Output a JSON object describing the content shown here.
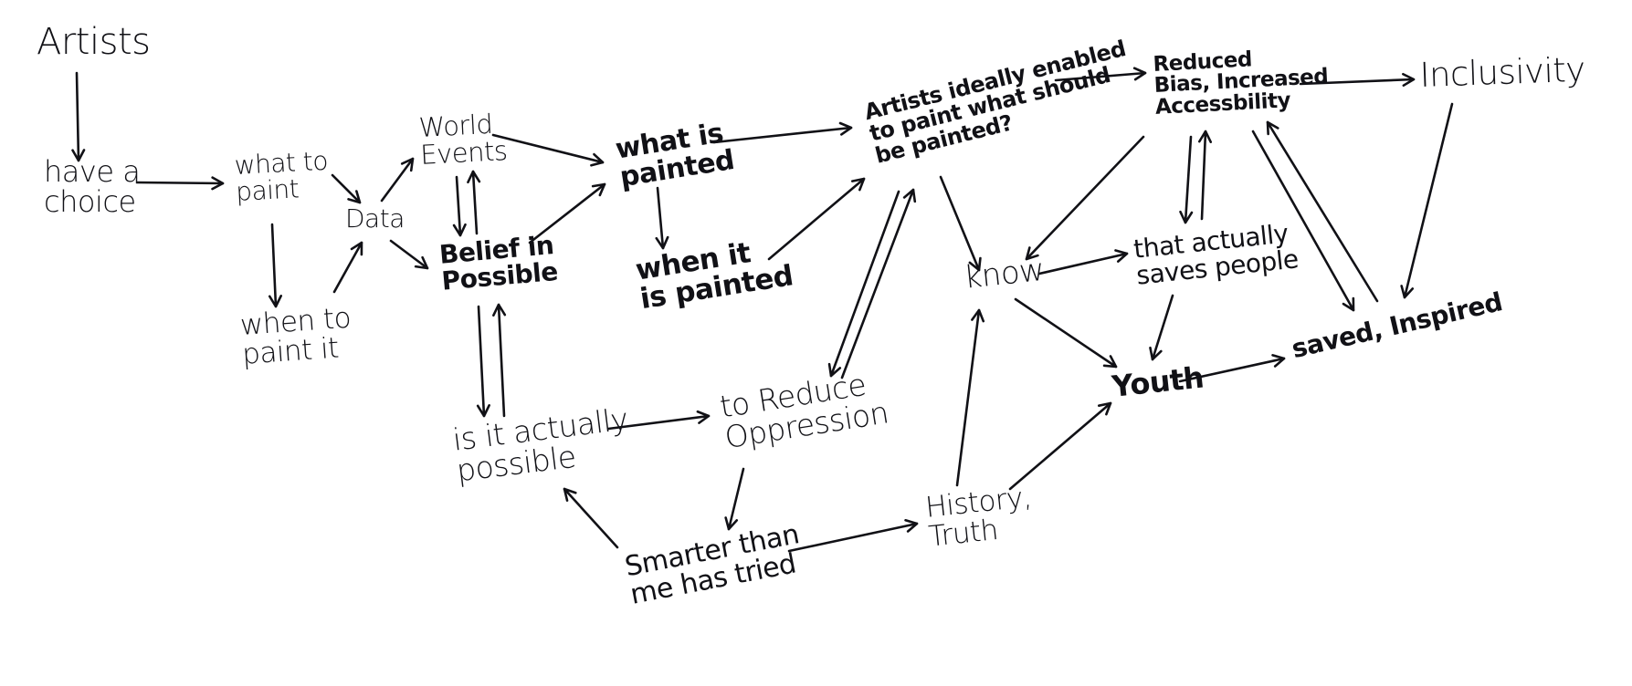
{
  "diagram": {
    "type": "hand-drawn concept map",
    "ink_color": "#111116",
    "background_color": "#ffffff",
    "nodes": [
      {
        "id": "artists",
        "lines": [
          "Artists"
        ]
      },
      {
        "id": "have-a-choice",
        "lines": [
          "have a",
          "choice"
        ]
      },
      {
        "id": "what-to-paint",
        "lines": [
          "what to",
          "paint"
        ]
      },
      {
        "id": "when-to-paint-it",
        "lines": [
          "when to",
          "paint it"
        ]
      },
      {
        "id": "data",
        "lines": [
          "Data"
        ]
      },
      {
        "id": "world-events",
        "lines": [
          "World",
          "Events"
        ]
      },
      {
        "id": "belief-in-possible",
        "lines": [
          "Belief in",
          "Possible"
        ]
      },
      {
        "id": "what-is-painted",
        "lines": [
          "what is",
          "painted"
        ]
      },
      {
        "id": "when-it-is-painted",
        "lines": [
          "when it",
          "is painted"
        ]
      },
      {
        "id": "artists-ideally-enabled",
        "lines": [
          "Artists  ideally enabled",
          "to paint what should",
          "be painted?"
        ]
      },
      {
        "id": "reduced-bias",
        "lines": [
          "Reduced",
          "Bias, Increased",
          "Accessbility"
        ]
      },
      {
        "id": "inclusivity",
        "lines": [
          "Inclusivity"
        ]
      },
      {
        "id": "know",
        "lines": [
          "know"
        ]
      },
      {
        "id": "that-actually-saves-people",
        "lines": [
          "that actually",
          "saves people"
        ]
      },
      {
        "id": "youth",
        "lines": [
          "Youth"
        ]
      },
      {
        "id": "saved-inspired",
        "lines": [
          "saved, Inspired"
        ]
      },
      {
        "id": "is-it-actually-possible",
        "lines": [
          "is it actually",
          "possible"
        ]
      },
      {
        "id": "to-reduce-oppression",
        "lines": [
          "to Reduce",
          "Oppression"
        ]
      },
      {
        "id": "smarter-than-me",
        "lines": [
          "Smarter than",
          "me has tried"
        ]
      },
      {
        "id": "history-truth",
        "lines": [
          "History,",
          "Truth"
        ]
      }
    ],
    "edges": [
      {
        "from": "artists",
        "to": "have-a-choice"
      },
      {
        "from": "have-a-choice",
        "to": "what-to-paint"
      },
      {
        "from": "what-to-paint",
        "to": "data"
      },
      {
        "from": "what-to-paint",
        "to": "when-to-paint-it"
      },
      {
        "from": "when-to-paint-it",
        "to": "data"
      },
      {
        "from": "data",
        "to": "world-events"
      },
      {
        "from": "data",
        "to": "belief-in-possible"
      },
      {
        "from": "world-events",
        "to": "belief-in-possible"
      },
      {
        "from": "belief-in-possible",
        "to": "world-events"
      },
      {
        "from": "world-events",
        "to": "what-is-painted"
      },
      {
        "from": "belief-in-possible",
        "to": "what-is-painted"
      },
      {
        "from": "belief-in-possible",
        "to": "is-it-actually-possible"
      },
      {
        "from": "is-it-actually-possible",
        "to": "belief-in-possible"
      },
      {
        "from": "what-is-painted",
        "to": "when-it-is-painted"
      },
      {
        "from": "what-is-painted",
        "to": "artists-ideally-enabled"
      },
      {
        "from": "when-it-is-painted",
        "to": "artists-ideally-enabled"
      },
      {
        "from": "artists-ideally-enabled",
        "to": "reduced-bias"
      },
      {
        "from": "artists-ideally-enabled",
        "to": "to-reduce-oppression"
      },
      {
        "from": "to-reduce-oppression",
        "to": "artists-ideally-enabled"
      },
      {
        "from": "artists-ideally-enabled",
        "to": "know"
      },
      {
        "from": "reduced-bias",
        "to": "inclusivity"
      },
      {
        "from": "reduced-bias",
        "to": "know"
      },
      {
        "from": "reduced-bias",
        "to": "that-actually-saves-people"
      },
      {
        "from": "that-actually-saves-people",
        "to": "reduced-bias"
      },
      {
        "from": "reduced-bias",
        "to": "saved-inspired"
      },
      {
        "from": "saved-inspired",
        "to": "reduced-bias"
      },
      {
        "from": "inclusivity",
        "to": "saved-inspired"
      },
      {
        "from": "know",
        "to": "that-actually-saves-people"
      },
      {
        "from": "know",
        "to": "youth"
      },
      {
        "from": "that-actually-saves-people",
        "to": "youth"
      },
      {
        "from": "youth",
        "to": "saved-inspired"
      },
      {
        "from": "is-it-actually-possible",
        "to": "to-reduce-oppression"
      },
      {
        "from": "to-reduce-oppression",
        "to": "smarter-than-me"
      },
      {
        "from": "smarter-than-me",
        "to": "is-it-actually-possible"
      },
      {
        "from": "smarter-than-me",
        "to": "history-truth"
      },
      {
        "from": "history-truth",
        "to": "know"
      },
      {
        "from": "history-truth",
        "to": "youth"
      }
    ]
  }
}
